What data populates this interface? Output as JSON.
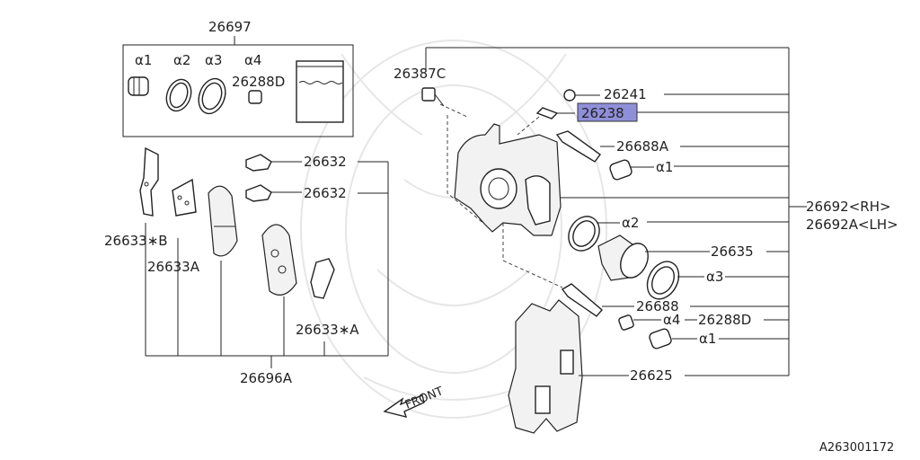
{
  "diagram": {
    "image_id": "A263001172",
    "front_label": "FRONT",
    "kit_box": {
      "number": "26697",
      "items": [
        "α1",
        "α2",
        "α3",
        "α4"
      ],
      "sub_number": "26288D"
    },
    "labels": {
      "p26387C": "26387C",
      "p26241": "26241",
      "p26238": "26238",
      "p26688A": "26688A",
      "p26692": "26692<RH>",
      "p26692A": "26692A<LH>",
      "p26635": "26635",
      "p26688": "26688",
      "p26288D": "26288D",
      "p26625": "26625",
      "p26632a": "26632",
      "p26632b": "26632",
      "p26633B": "26633∗B",
      "p26633A": "26633A",
      "p26633sA": "26633∗A",
      "p26696A": "26696A",
      "a1_top": "α1",
      "a2": "α2",
      "a3": "α3",
      "a4": "α4",
      "a1_bot": "α1"
    },
    "highlight": {
      "part": "26238",
      "color": "#8f8fd9"
    }
  }
}
